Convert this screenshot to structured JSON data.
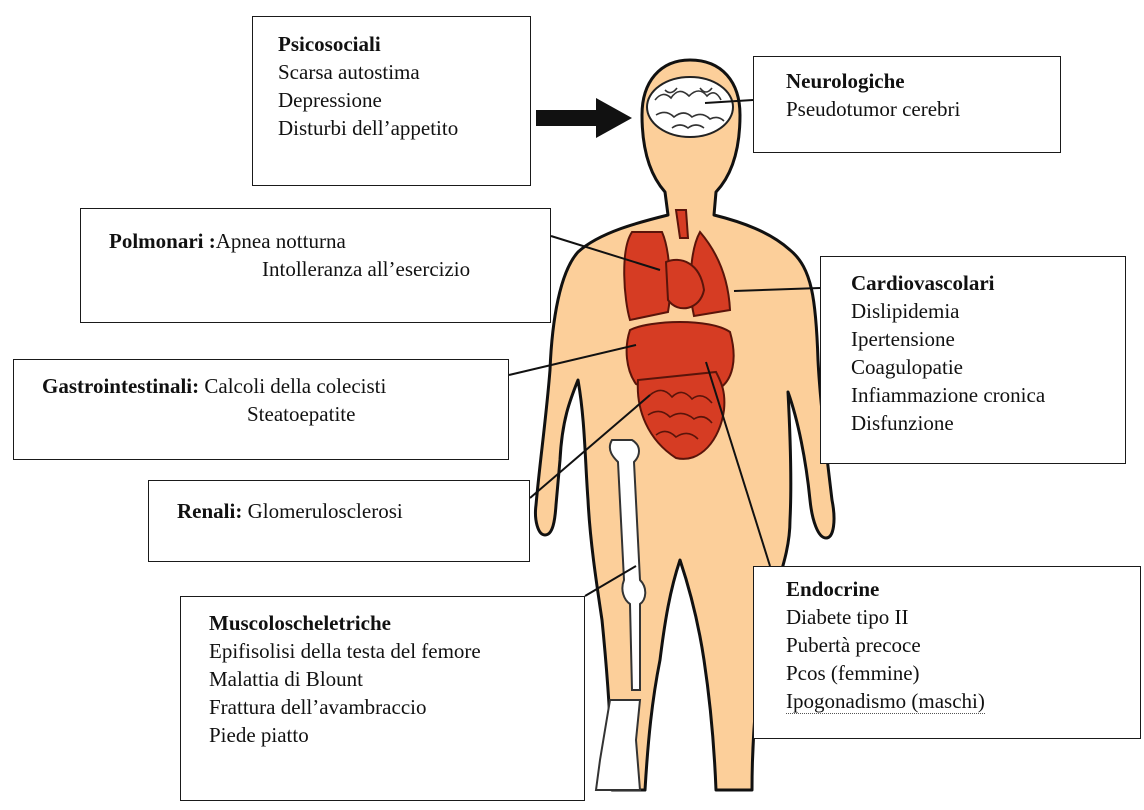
{
  "psicosociali": {
    "title": "Psicosociali",
    "items": [
      "Scarsa autostima",
      "Depressione",
      "Disturbi dell’appetito"
    ]
  },
  "neurologiche": {
    "title": "Neurologiche",
    "items": [
      "Pseudotumor cerebri"
    ]
  },
  "polmonari": {
    "title": "Polmonari :",
    "items": [
      "Apnea notturna",
      "Intolleranza all’esercizio"
    ]
  },
  "cardiovascolari": {
    "title": "Cardiovascolari",
    "items": [
      "Dislipidemia",
      "Ipertensione",
      "Coagulopatie",
      "Infiammazione cronica",
      "Disfunzione"
    ]
  },
  "gastrointestinali": {
    "title": "Gastrointestinali:",
    "items": [
      "Calcoli della colecisti",
      "Steatoepatite"
    ]
  },
  "renali": {
    "title": "Renali:",
    "items": [
      "Glomerulosclerosi"
    ]
  },
  "endocrine": {
    "title": "Endocrine",
    "items": [
      "Diabete tipo II",
      "Pubertà precoce",
      "Pcos (femmine)",
      "Ipogonadismo (maschi)"
    ]
  },
  "muscoloscheletriche": {
    "title": "Muscoloscheletriche",
    "items": [
      "Epifisolisi della testa del femore",
      "Malattia di Blount",
      "Frattura dell’avambraccio",
      "Piede piatto"
    ]
  },
  "colors": {
    "skin": "#fccf9a",
    "outline": "#111111",
    "organs": "#d63c23",
    "organ_lines": "#5a140a",
    "bone": "#ffffff",
    "brain": "#ffffff"
  }
}
